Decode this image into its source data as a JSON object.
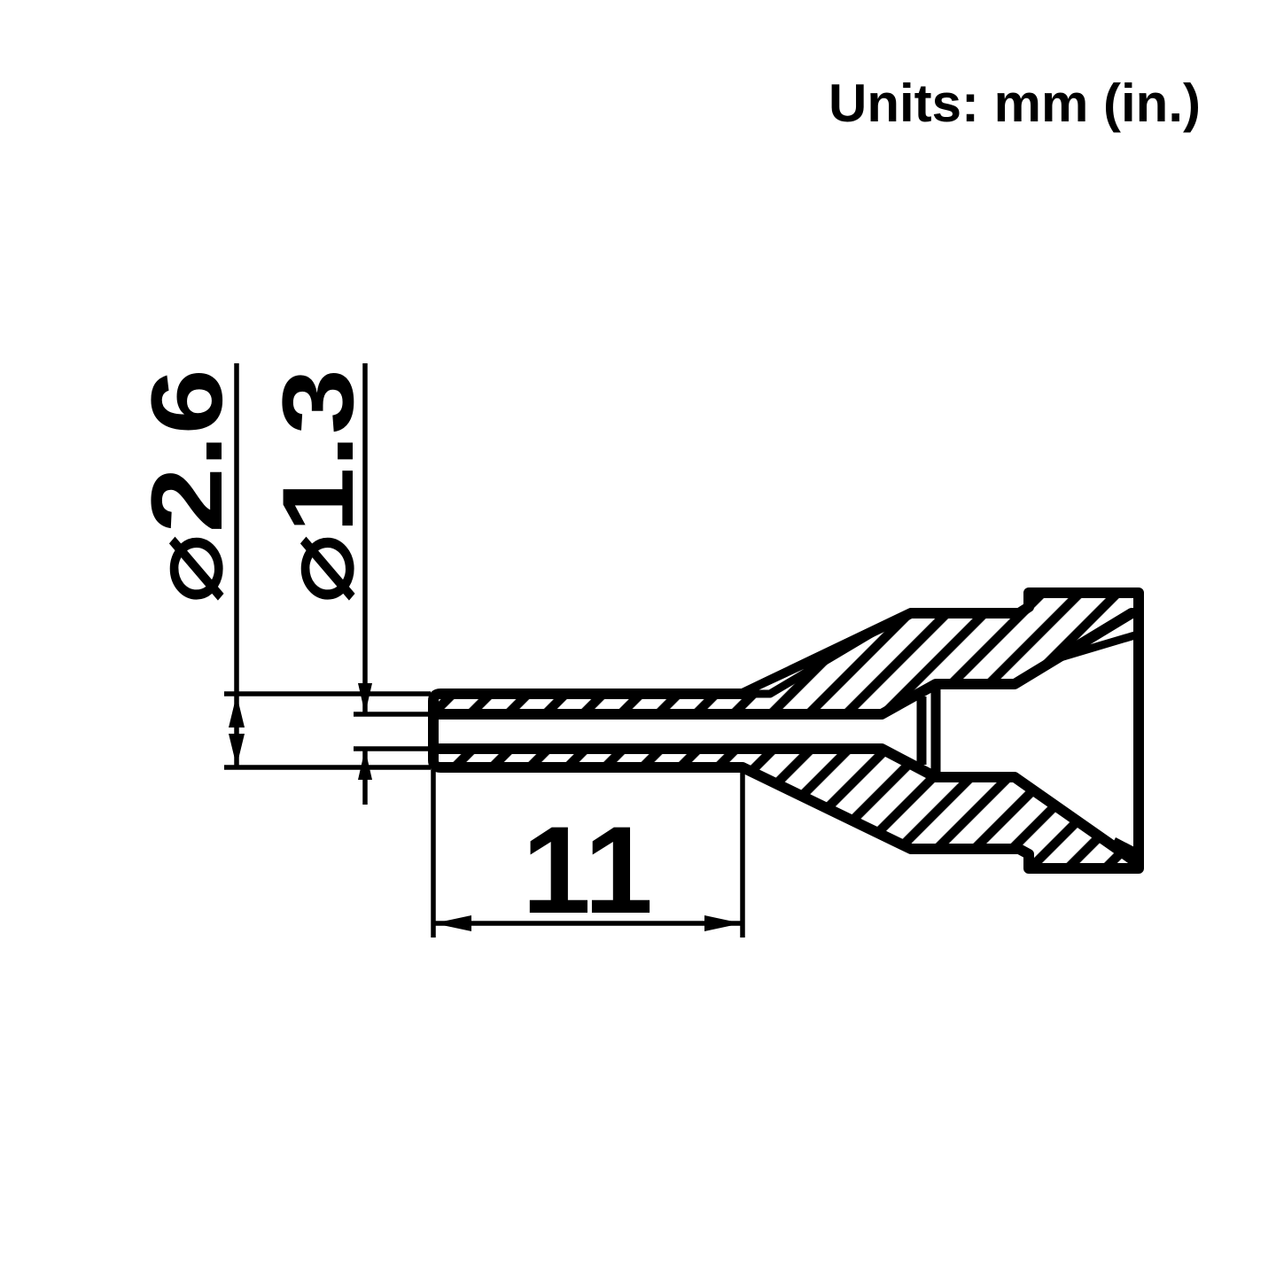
{
  "units_note": "Units: mm (in.)",
  "dimensions": {
    "outer_diameter": {
      "label": "⌀2.6",
      "value_mm": "2.6"
    },
    "inner_diameter": {
      "label": "⌀1.3",
      "value_mm": "1.3"
    },
    "length": {
      "label": "11",
      "value_mm": "11"
    }
  },
  "drawing": {
    "subject": "nozzle-cross-section",
    "hatch_style": "45-degree-diagonal",
    "colors": {
      "line": "#000000",
      "background": "#ffffff"
    }
  }
}
